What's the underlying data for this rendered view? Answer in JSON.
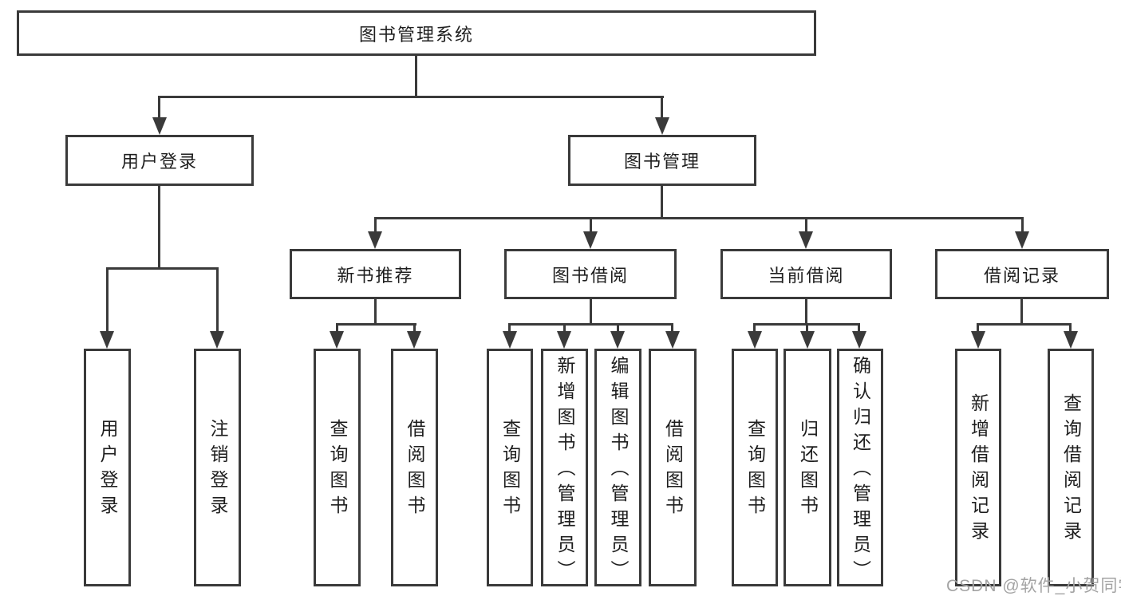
{
  "colors": {
    "stroke": "#3a3a3a",
    "text": "#1e1e1e",
    "watermark_gray": "#a3a3a3",
    "background": "#ffffff"
  },
  "nodes": {
    "root": {
      "label": "图书管理系统"
    },
    "level1": {
      "user_login": {
        "label": "用户登录"
      },
      "book_mgmt": {
        "label": "图书管理"
      }
    },
    "level2": {
      "new_book_rec": {
        "label": "新书推荐"
      },
      "book_borrow": {
        "label": "图书借阅"
      },
      "current_borrow": {
        "label": "当前借阅"
      },
      "borrow_record": {
        "label": "借阅记录"
      }
    },
    "leaves": {
      "user_login_children": [
        {
          "label": "用户登录"
        },
        {
          "label": "注销登录"
        }
      ],
      "new_book_rec_children": [
        {
          "label": "查询图书"
        },
        {
          "label": "借阅图书"
        }
      ],
      "book_borrow_children": [
        {
          "label": "查询图书"
        },
        {
          "label": "新增图书（管理员）"
        },
        {
          "label": "编辑图书（管理员）"
        },
        {
          "label": "借阅图书"
        }
      ],
      "current_borrow_children": [
        {
          "label": "查询图书"
        },
        {
          "label": "归还图书"
        },
        {
          "label": "确认归还（管理员）"
        }
      ],
      "borrow_record_children": [
        {
          "label": "新增借阅记录"
        },
        {
          "label": "查询借阅记录"
        }
      ]
    }
  },
  "watermark": {
    "text": "CSDN @软件_小贺同学"
  }
}
